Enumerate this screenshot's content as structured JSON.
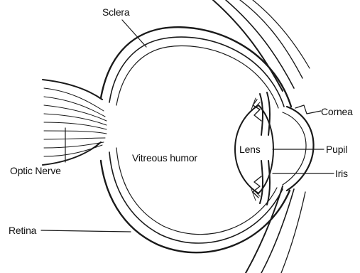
{
  "diagram": {
    "labels": {
      "sclera": "Sclera",
      "cornea": "Cornea",
      "pupil": "Pupil",
      "iris": "Iris",
      "lens": "Lens",
      "vitreous_humor": "Vitreous humor",
      "optic_nerve": "Optic Nerve",
      "retina": "Retina"
    },
    "colors": {
      "line": "#1a1a1a",
      "background": "#ffffff"
    }
  }
}
